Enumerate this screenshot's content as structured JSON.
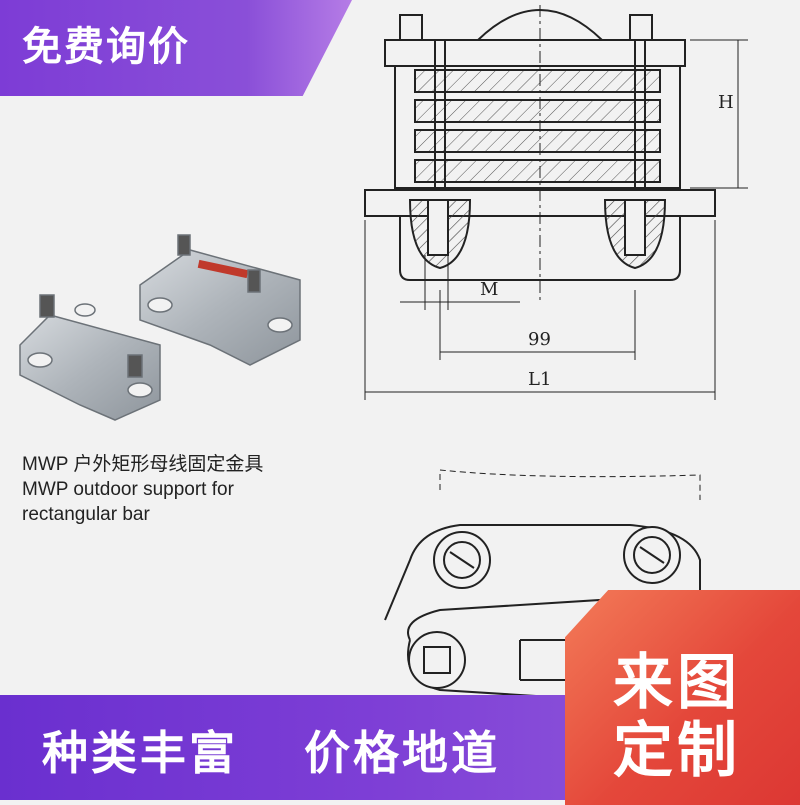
{
  "promo": {
    "label": "免费询价"
  },
  "product": {
    "caption_cn": "MWP 户外矩形母线固定金具",
    "caption_en_1": "MWP outdoor support for",
    "caption_en_2": "rectangular bar"
  },
  "drawing": {
    "label_h": "H",
    "label_m": "M",
    "label_99": "99",
    "label_l1": "L1"
  },
  "bottom": {
    "slogan_1": "种类丰富",
    "slogan_2": "价格地道"
  },
  "badge": {
    "line_1": "来图",
    "line_2": "定制"
  },
  "colors": {
    "purple": "#7d3cd6",
    "orange": "#e4473a"
  }
}
